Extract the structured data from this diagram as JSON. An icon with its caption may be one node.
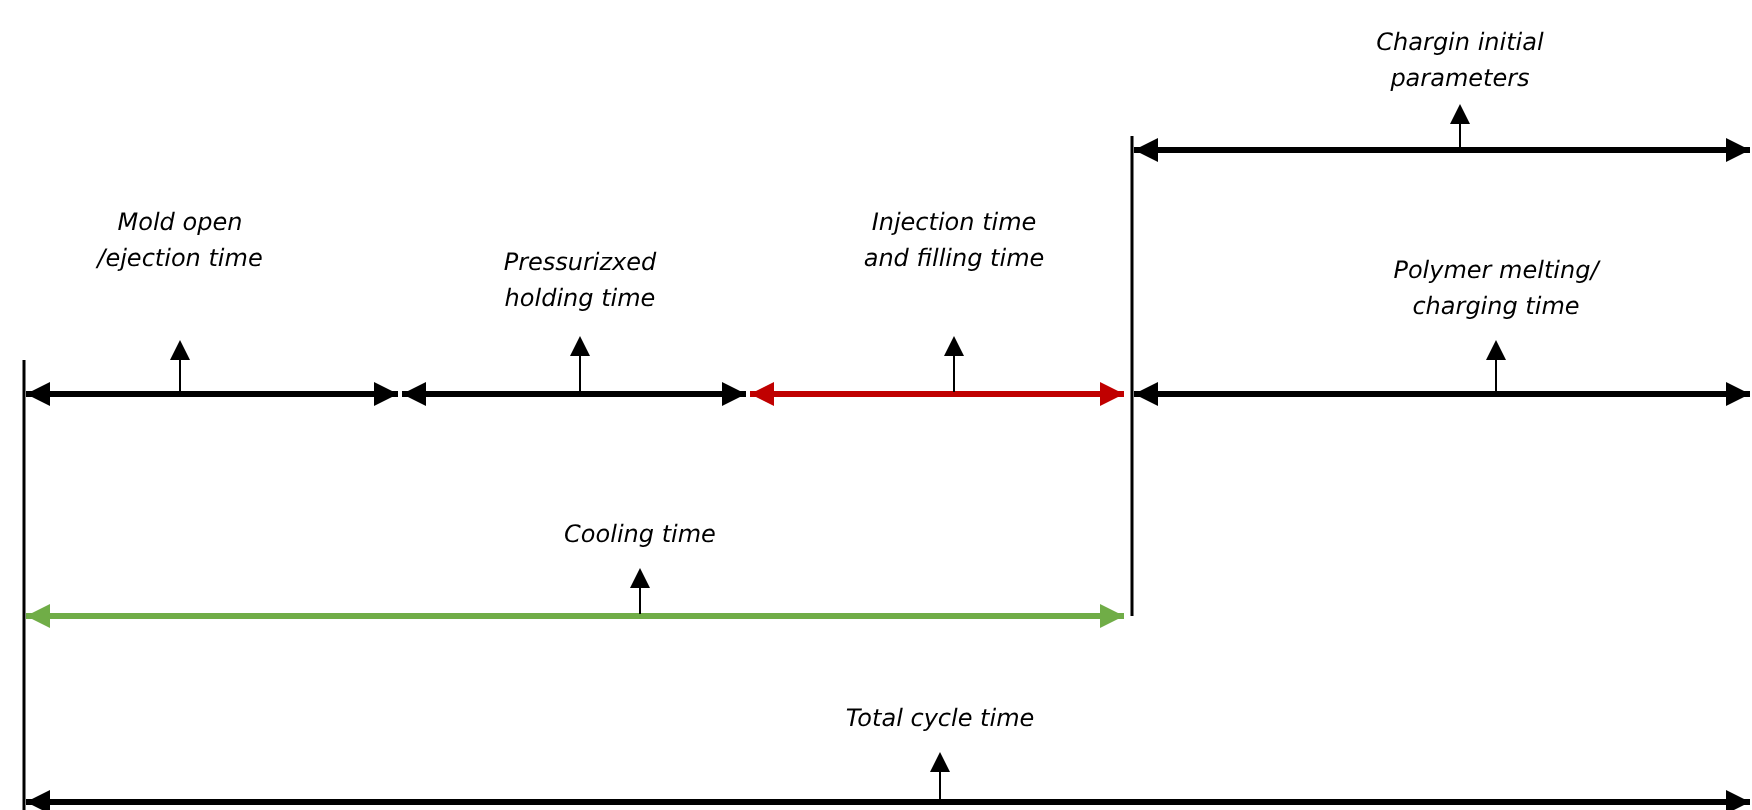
{
  "diagram": {
    "labels": [
      "Chargin initial parameters",
      "Mold open /ejection time",
      "Pressurizxed holding time",
      "Injection time and filling time",
      "Polymer melting/ charging time",
      "Cooling time",
      "Total cycle time"
    ]
  }
}
